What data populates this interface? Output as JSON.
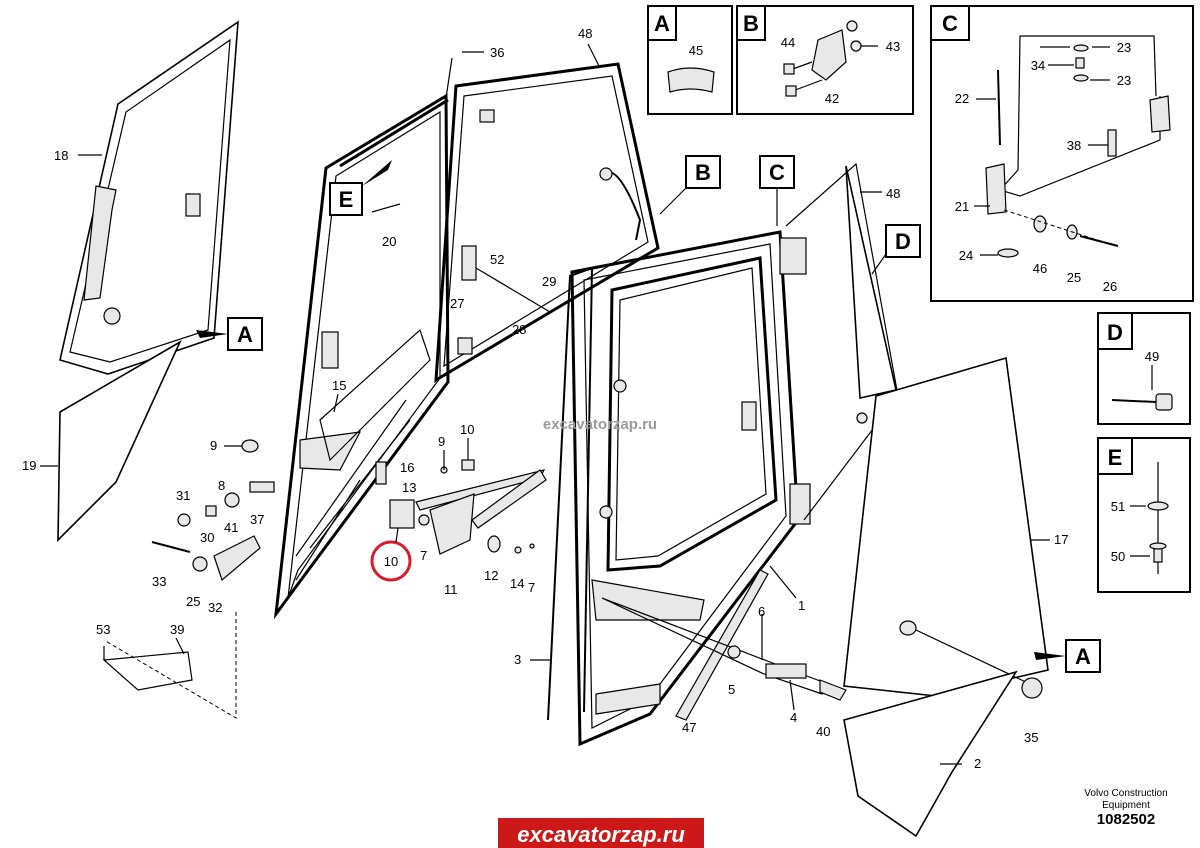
{
  "diagram": {
    "watermark_center": "excavatorzap.ru",
    "site_banner": "excavatorzap.ru",
    "brand_line1": "Volvo Construction",
    "brand_line2": "Equipment",
    "drawing_number": "1082502",
    "highlighted_part": "10",
    "detail_boxes": [
      {
        "letter": "A",
        "parts": [
          "45"
        ]
      },
      {
        "letter": "B",
        "parts": [
          "44",
          "43",
          "42"
        ]
      },
      {
        "letter": "C",
        "parts": [
          "23",
          "34",
          "23",
          "22",
          "38",
          "21",
          "24",
          "46",
          "25",
          "26"
        ]
      },
      {
        "letter": "D",
        "parts": [
          "49"
        ]
      },
      {
        "letter": "E",
        "parts": [
          "51",
          "50"
        ]
      }
    ],
    "callouts": {
      "c36": "36",
      "c48a": "48",
      "c48b": "48",
      "c18": "18",
      "c20": "20",
      "c52": "52",
      "c29": "29",
      "c27": "27",
      "c28": "28",
      "c15": "15",
      "c9a": "9",
      "c10a": "10",
      "c9b": "9",
      "c16": "16",
      "c13": "13",
      "c8": "8",
      "c31": "31",
      "c30": "30",
      "c41": "41",
      "c37": "37",
      "c33": "33",
      "c25": "25",
      "c32": "32",
      "c10": "10",
      "c7a": "7",
      "c11": "11",
      "c12": "12",
      "c14": "14",
      "c7b": "7",
      "c19": "19",
      "c53": "53",
      "c39": "39",
      "c1": "1",
      "c6": "6",
      "c3": "3",
      "c5": "5",
      "c4": "4",
      "c40": "40",
      "c47": "47",
      "c17": "17",
      "c35": "35",
      "c2": "2"
    },
    "ref_letters": {
      "A1": "A",
      "A2": "A",
      "B": "B",
      "C": "C",
      "D": "D",
      "E": "E"
    }
  }
}
